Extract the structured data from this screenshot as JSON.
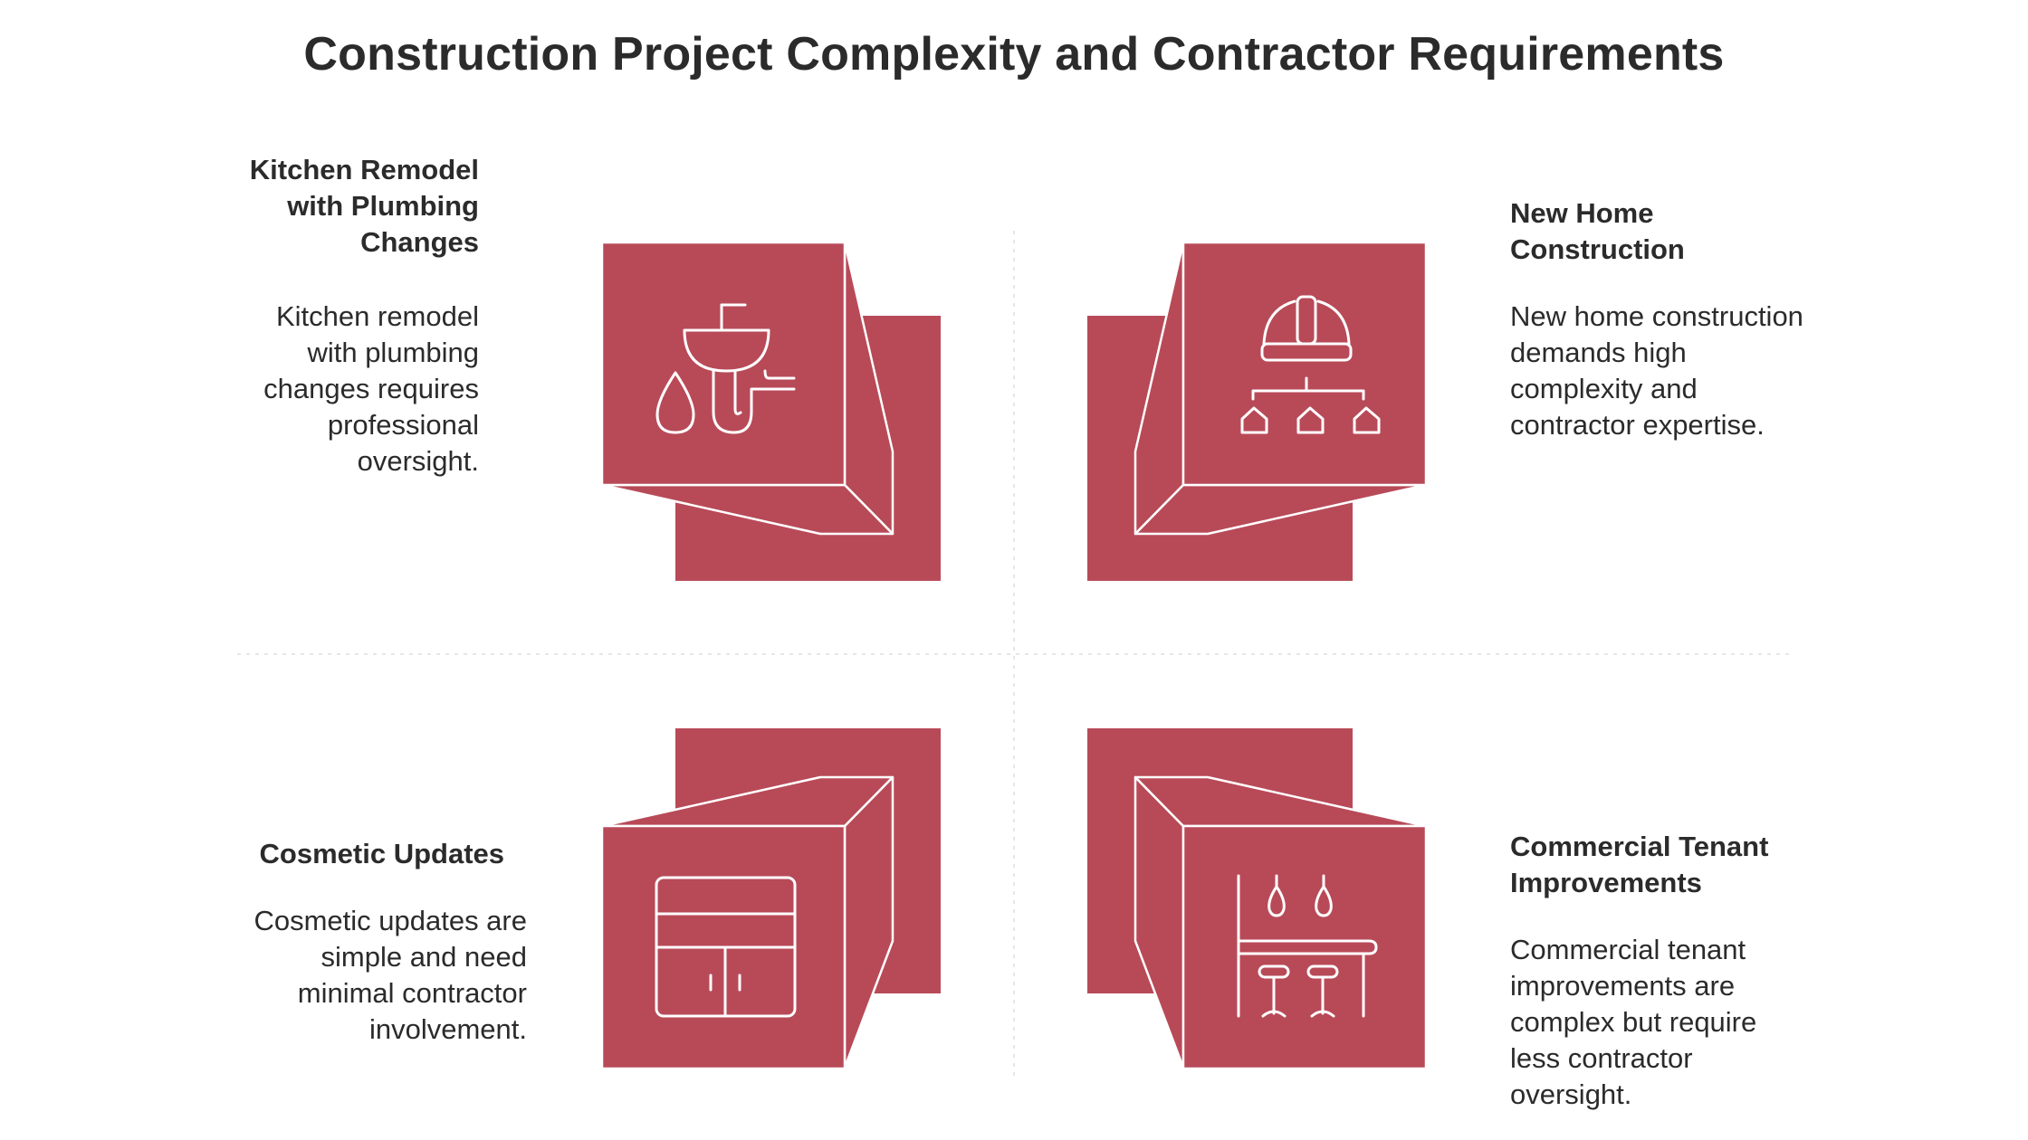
{
  "title": "Construction Project Complexity and Contractor Requirements",
  "colors": {
    "block": "#b84a58",
    "line": "#ffffff",
    "divider": "#e6e6e6",
    "text": "#2b2b2b"
  },
  "quadrants": {
    "top_left": {
      "heading": "Kitchen Remodel with Plumbing Changes",
      "description": "Kitchen remodel with plumbing changes requires professional oversight.",
      "icon": "sink-pipe-icon"
    },
    "top_right": {
      "heading": "New Home Construction",
      "description": "New home construction demands high complexity and contractor expertise.",
      "icon": "hardhat-houses-icon"
    },
    "bottom_left": {
      "heading": "Cosmetic Updates",
      "description": "Cosmetic updates are simple and need minimal contractor involvement.",
      "icon": "cabinet-icon"
    },
    "bottom_right": {
      "heading": "Commercial Tenant Improvements",
      "description": "Commercial tenant improvements are complex but require less contractor oversight.",
      "icon": "bar-counter-icon"
    }
  }
}
